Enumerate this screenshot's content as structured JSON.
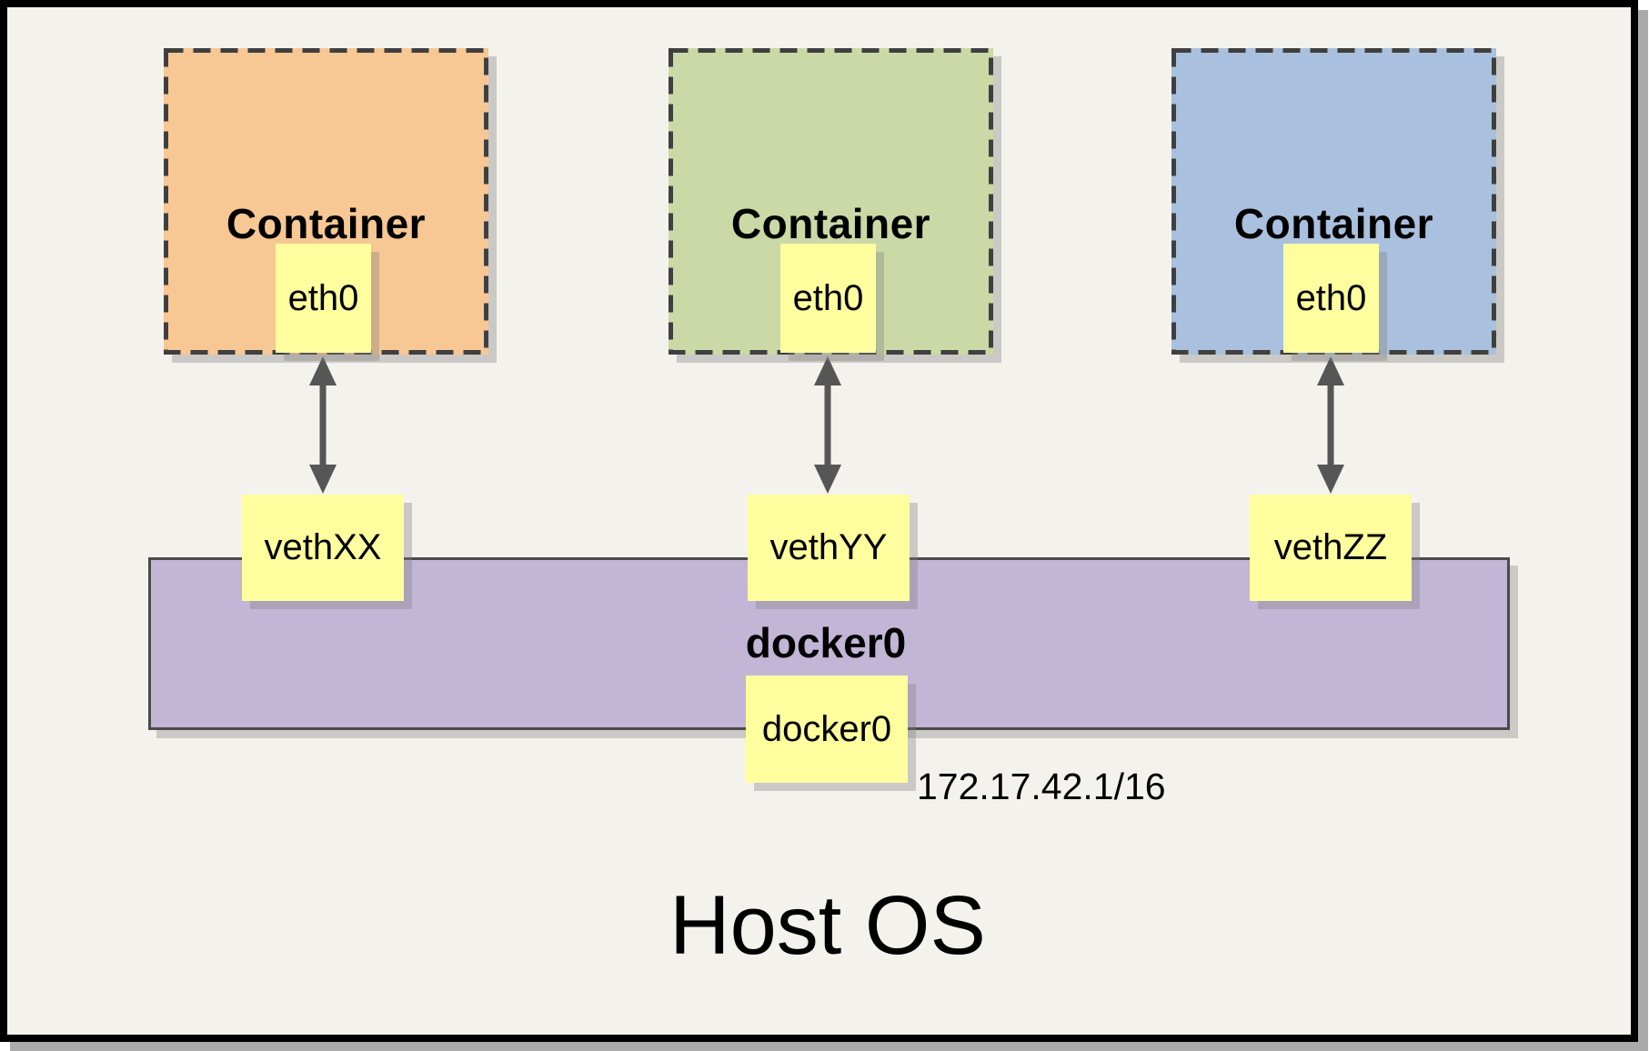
{
  "containers": [
    {
      "title": "Container",
      "eth_label": "eth0",
      "veth_label": "vethXX",
      "fill": "#F7C794"
    },
    {
      "title": "Container",
      "eth_label": "eth0",
      "veth_label": "vethYY",
      "fill": "#CBD9A6"
    },
    {
      "title": "Container",
      "eth_label": "eth0",
      "veth_label": "vethZZ",
      "fill": "#A9C0DE"
    }
  ],
  "bridge": {
    "title": "docker0",
    "interface_label": "docker0",
    "ip_address": "172.17.42.1/16",
    "fill": "#C3B5D6"
  },
  "host": {
    "title": "Host OS"
  },
  "palette": {
    "canvas_background": "#F4F2EC",
    "note_yellow": "#FEFE9E",
    "dashed_border": "#3F3F3F",
    "arrow_gray": "#565656",
    "frame_border": "#000000",
    "frame_shadow": "#ABABAB"
  }
}
